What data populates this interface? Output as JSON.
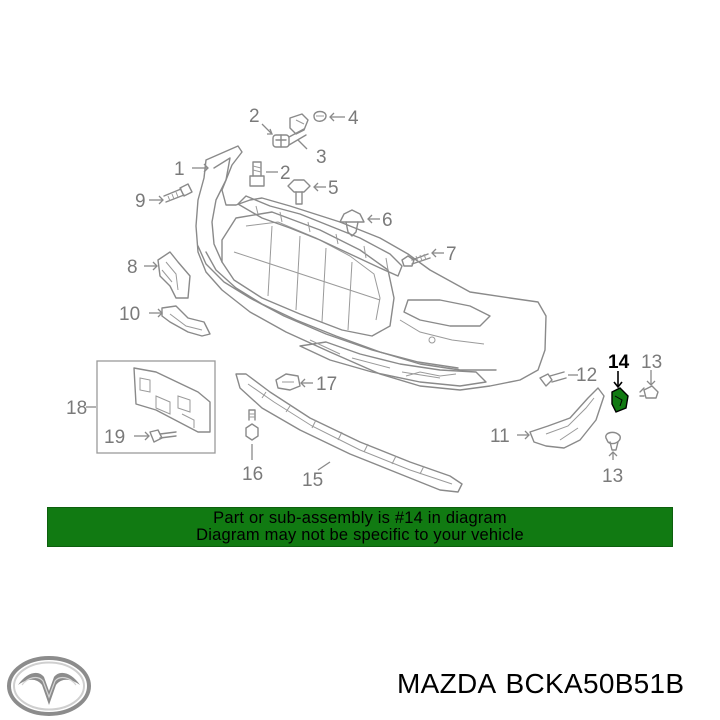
{
  "diagram": {
    "highlighted_part": "14",
    "callouts": {
      "c1": "1",
      "c2a": "2",
      "c2b": "2",
      "c3": "3",
      "c4": "4",
      "c5": "5",
      "c6": "6",
      "c7": "7",
      "c8": "8",
      "c9": "9",
      "c10": "10",
      "c11": "11",
      "c12": "12",
      "c13a": "13",
      "c13b": "13",
      "c14": "14",
      "c15": "15",
      "c16": "16",
      "c17": "17",
      "c18": "18",
      "c19": "19"
    },
    "colors": {
      "lines": "#8a8a8a",
      "highlight_part": "#117a12"
    }
  },
  "banner": {
    "line1": "Part or sub-assembly is #14 in diagram",
    "line2": "Diagram may not be specific to your vehicle",
    "color": "#117a12"
  },
  "brand": {
    "logo_icon": "mazda-logo-icon",
    "make": "MAZDA",
    "part_number": "BCKA50B51B"
  }
}
